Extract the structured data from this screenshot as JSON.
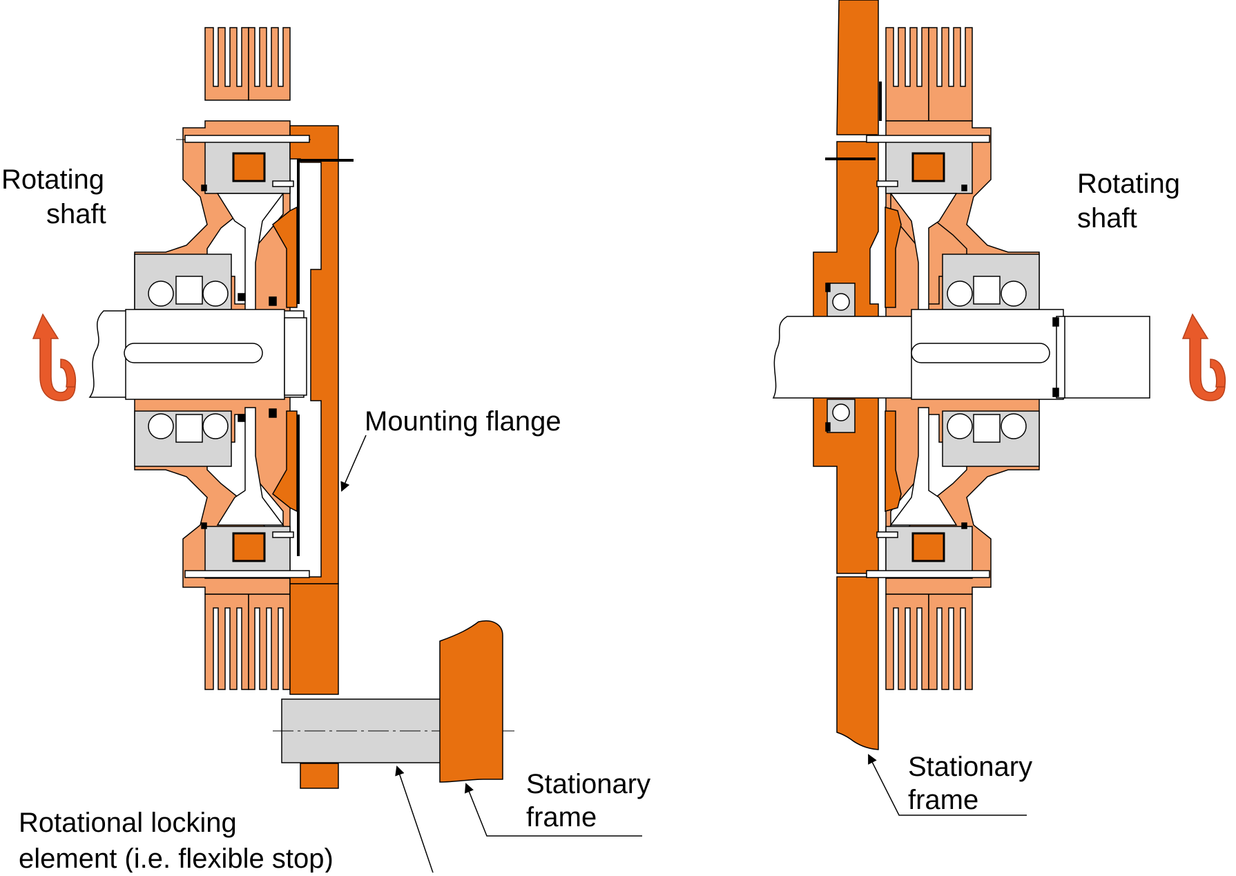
{
  "colors": {
    "orange_dark": "#E8700F",
    "orange_light": "#F5A06B",
    "grey": "#D6D6D6",
    "white": "#FFFFFF",
    "line": "#000000",
    "arrow_red": "#E85A2A"
  },
  "left_assembly": {
    "label_rotating_shaft": [
      "Rotating",
      "shaft"
    ],
    "label_mounting_flange": "Mounting flange",
    "label_stationary_frame": [
      "Stationary",
      "frame"
    ],
    "label_locking_element": [
      "Rotational locking",
      "element (i.e. flexible stop)"
    ]
  },
  "right_assembly": {
    "label_rotating_shaft": [
      "Rotating",
      "shaft"
    ],
    "label_stationary_frame": [
      "Stationary",
      "frame"
    ]
  },
  "icons": {
    "rotation_arrow": "rotation-arrow-icon"
  }
}
